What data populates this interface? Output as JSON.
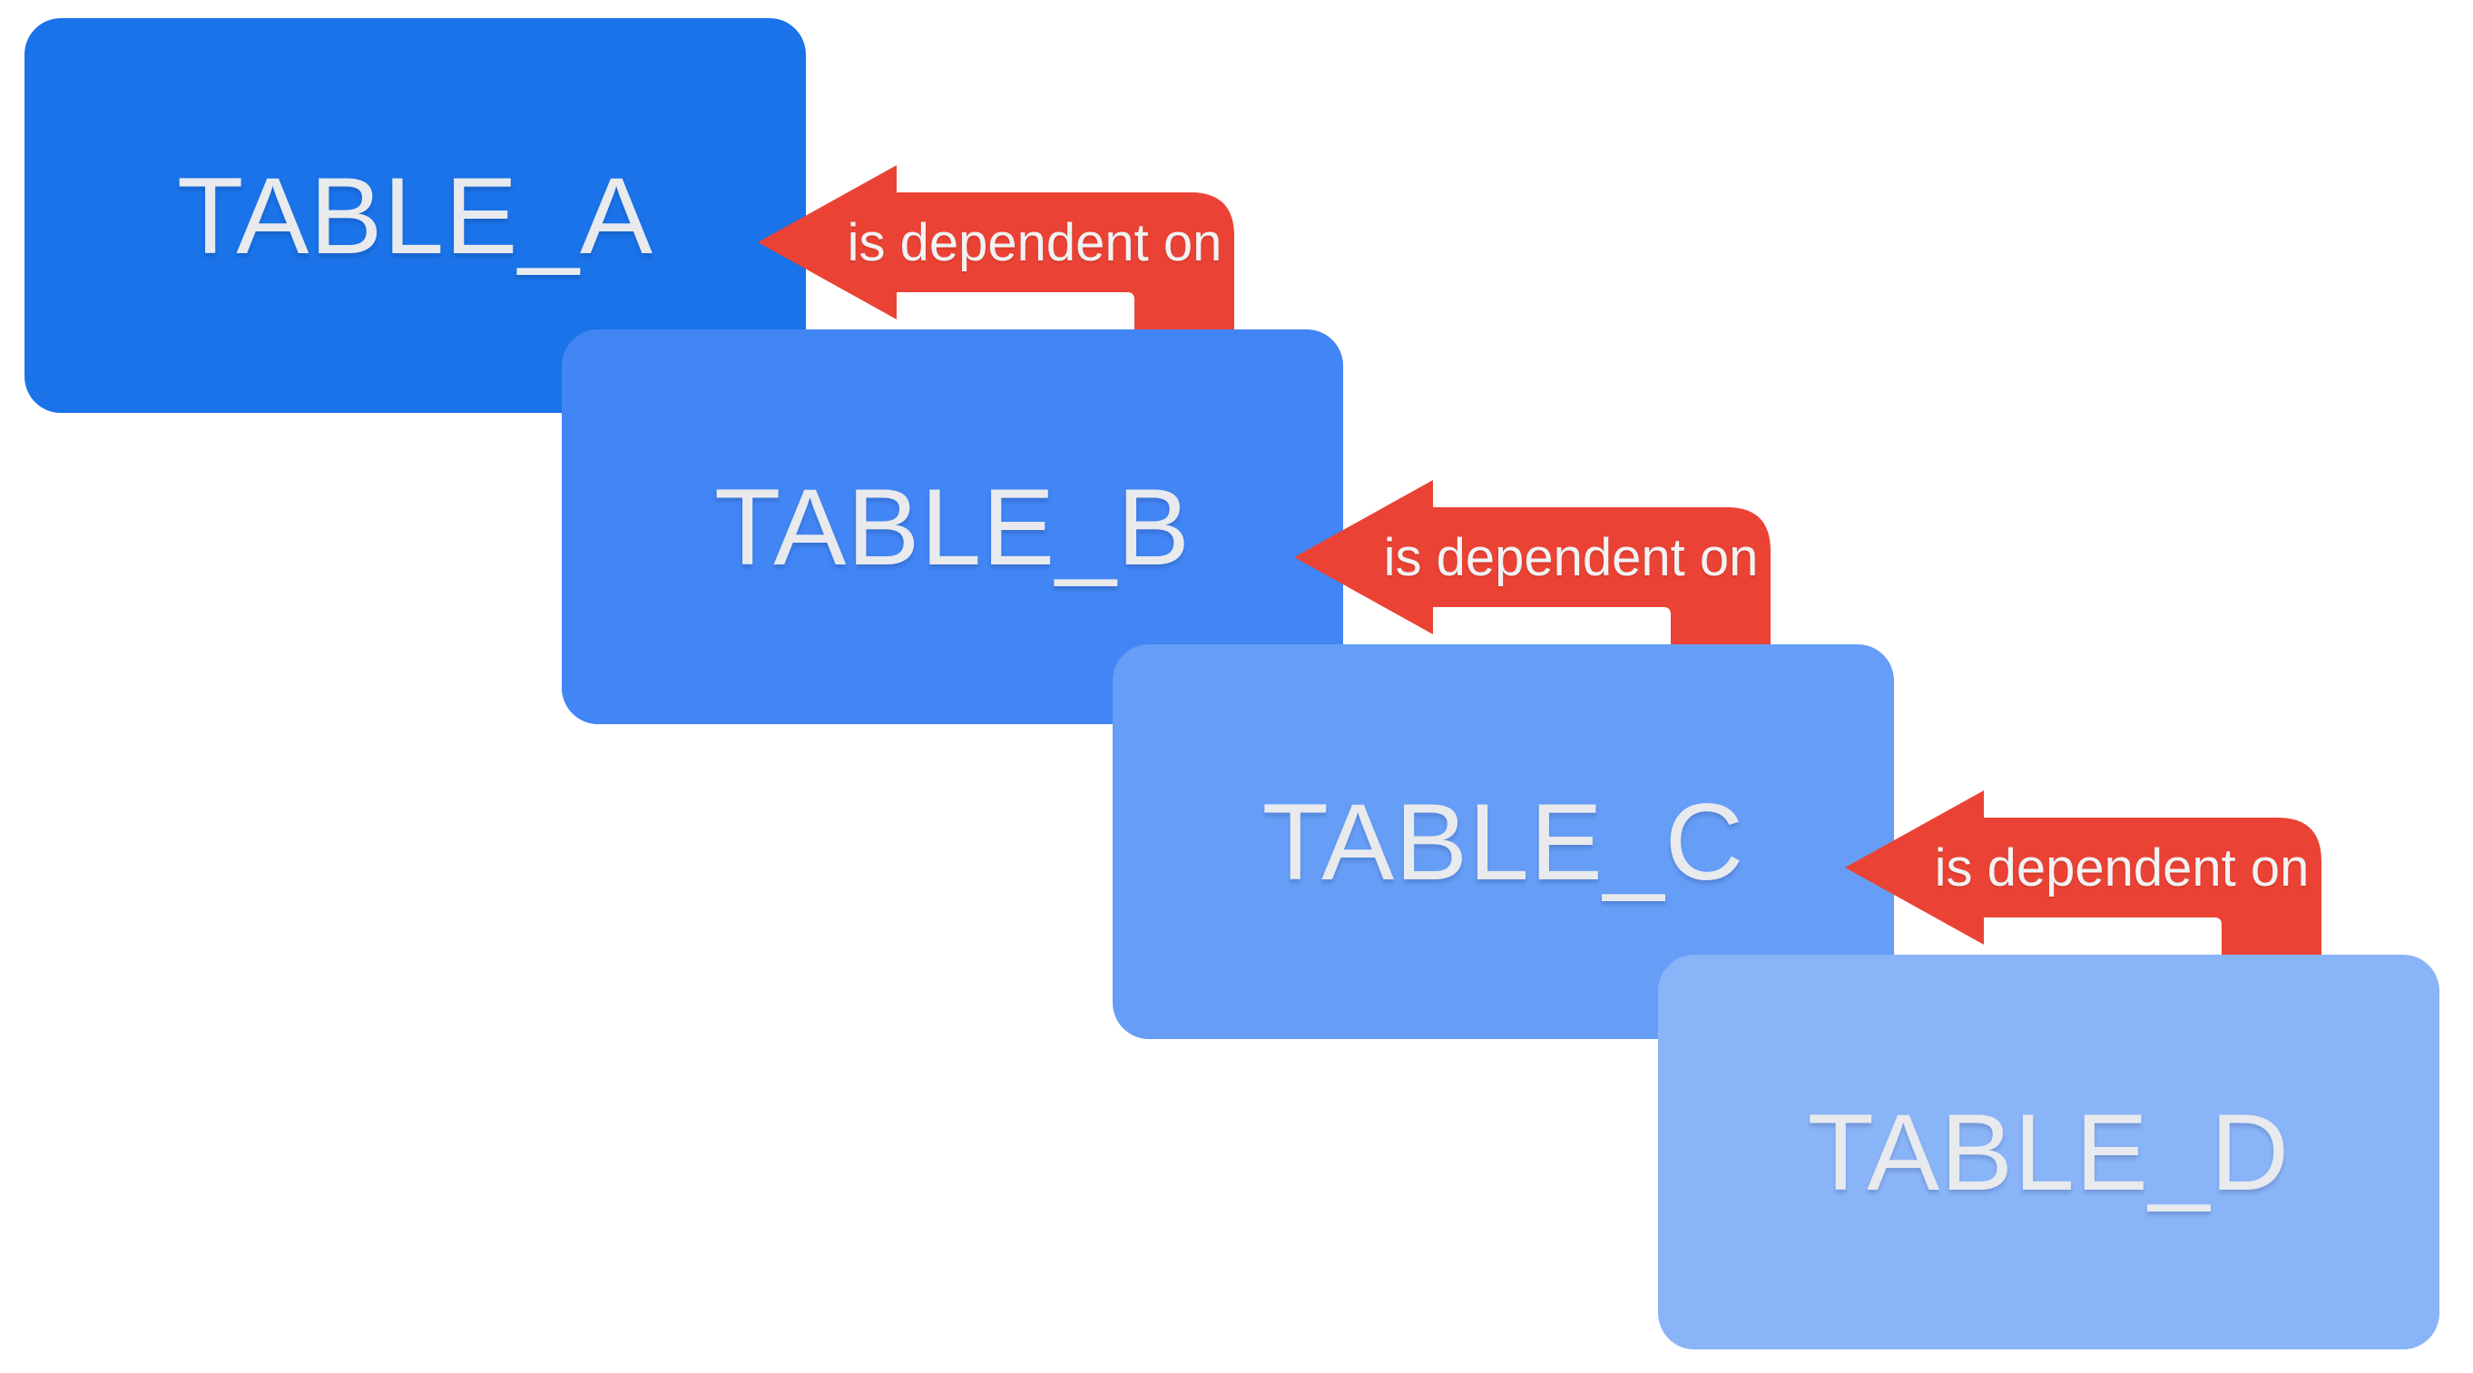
{
  "diagram": {
    "background": "#ffffff",
    "arrow_color": "#ea4335",
    "table_label_color": "#e8eaed",
    "arrow_label_color": "#f1f3f4",
    "tables": [
      {
        "id": "table-a",
        "label": "TABLE_A",
        "color": "#1a73e8"
      },
      {
        "id": "table-b",
        "label": "TABLE_B",
        "color": "#4285f4"
      },
      {
        "id": "table-c",
        "label": "TABLE_C",
        "color": "#669df6"
      },
      {
        "id": "table-d",
        "label": "TABLE_D",
        "color": "#8ab4f8"
      }
    ],
    "arrows": [
      {
        "label": "is dependent on",
        "from": "TABLE_B",
        "to": "TABLE_A"
      },
      {
        "label": "is dependent on",
        "from": "TABLE_C",
        "to": "TABLE_B"
      },
      {
        "label": "is dependent on",
        "from": "TABLE_D",
        "to": "TABLE_C"
      }
    ]
  }
}
